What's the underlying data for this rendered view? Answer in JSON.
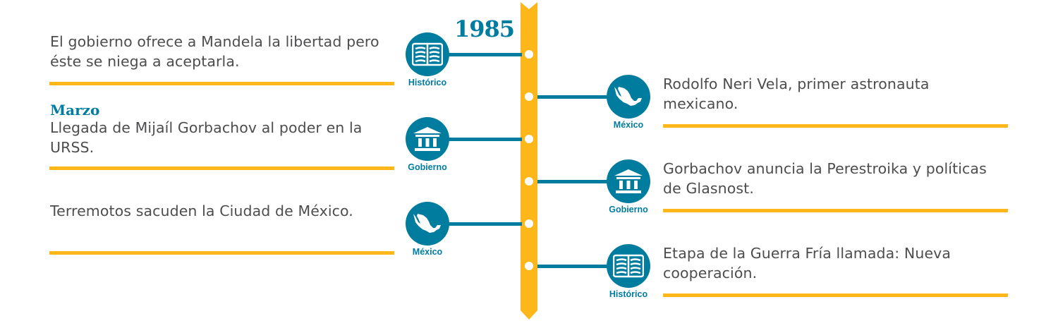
{
  "year": "1985",
  "colors": {
    "accent": "#007c9f",
    "highlight": "#fdb71a",
    "text": "#4d4d4f"
  },
  "events": [
    {
      "side": "left",
      "category": "Histórico",
      "icon": "book-icon",
      "month": "",
      "text": "El gobierno ofrece a Mandela la libertad pero éste se niega a aceptarla."
    },
    {
      "side": "right",
      "category": "México",
      "icon": "mexico-map-icon",
      "month": "",
      "text": "Rodolfo Neri Vela, primer astronauta mexicano."
    },
    {
      "side": "left",
      "category": "Gobierno",
      "icon": "government-building-icon",
      "month": "Marzo",
      "text": "Llegada de Mijaíl Gorbachov al poder en la URSS."
    },
    {
      "side": "right",
      "category": "Gobierno",
      "icon": "government-building-icon",
      "month": "",
      "text": "Gorbachov anuncia la Perestroika y políticas de Glasnost."
    },
    {
      "side": "left",
      "category": "México",
      "icon": "mexico-map-icon",
      "month": "",
      "text": "Terremotos sacuden la Ciudad de México."
    },
    {
      "side": "right",
      "category": "Histórico",
      "icon": "book-icon",
      "month": "",
      "text": "Etapa de la Guerra Fría llamada: Nueva cooperación."
    }
  ]
}
